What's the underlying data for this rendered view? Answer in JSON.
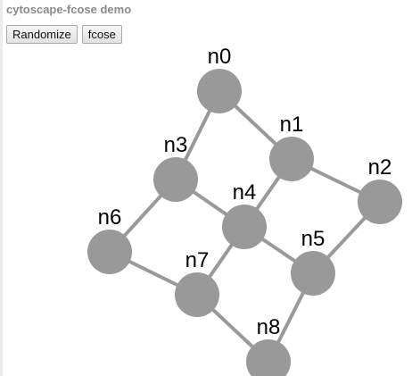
{
  "app": {
    "title": "cytoscape-fcose demo"
  },
  "toolbar": {
    "randomize_label": "Randomize",
    "fcose_label": "fcose"
  },
  "graph": {
    "node_color": "#999999",
    "edge_color": "#999999",
    "label_color": "#000000",
    "nodes": [
      {
        "id": "n0"
      },
      {
        "id": "n1"
      },
      {
        "id": "n2"
      },
      {
        "id": "n3"
      },
      {
        "id": "n4"
      },
      {
        "id": "n5"
      },
      {
        "id": "n6"
      },
      {
        "id": "n7"
      },
      {
        "id": "n8"
      }
    ],
    "edges": [
      {
        "source": "n0",
        "target": "n1"
      },
      {
        "source": "n0",
        "target": "n3"
      },
      {
        "source": "n1",
        "target": "n2"
      },
      {
        "source": "n1",
        "target": "n4"
      },
      {
        "source": "n3",
        "target": "n4"
      },
      {
        "source": "n3",
        "target": "n6"
      },
      {
        "source": "n4",
        "target": "n5"
      },
      {
        "source": "n4",
        "target": "n7"
      },
      {
        "source": "n2",
        "target": "n5"
      },
      {
        "source": "n6",
        "target": "n7"
      },
      {
        "source": "n7",
        "target": "n8"
      },
      {
        "source": "n5",
        "target": "n8"
      }
    ]
  }
}
